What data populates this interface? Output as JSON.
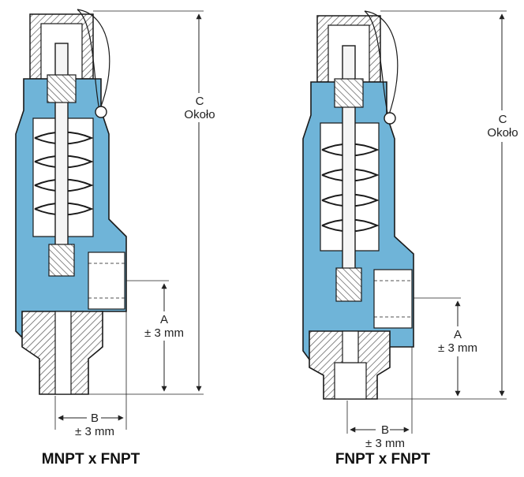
{
  "colors": {
    "body_blue": "#6fb4d8",
    "outline": "#1a1a1a",
    "hatch": "#555555",
    "dimension": "#222222"
  },
  "left_valve": {
    "title": "MNPT x FNPT",
    "dim_c": {
      "name": "C",
      "sub": "Około"
    },
    "dim_a": {
      "name": "A",
      "tol": "± 3 mm"
    },
    "dim_b": {
      "name": "B",
      "tol": "± 3 mm"
    }
  },
  "right_valve": {
    "title": "FNPT x FNPT",
    "dim_c": {
      "name": "C",
      "sub": "Około"
    },
    "dim_a": {
      "name": "A",
      "tol": "± 3 mm"
    },
    "dim_b": {
      "name": "B",
      "tol": "± 3 mm"
    }
  }
}
